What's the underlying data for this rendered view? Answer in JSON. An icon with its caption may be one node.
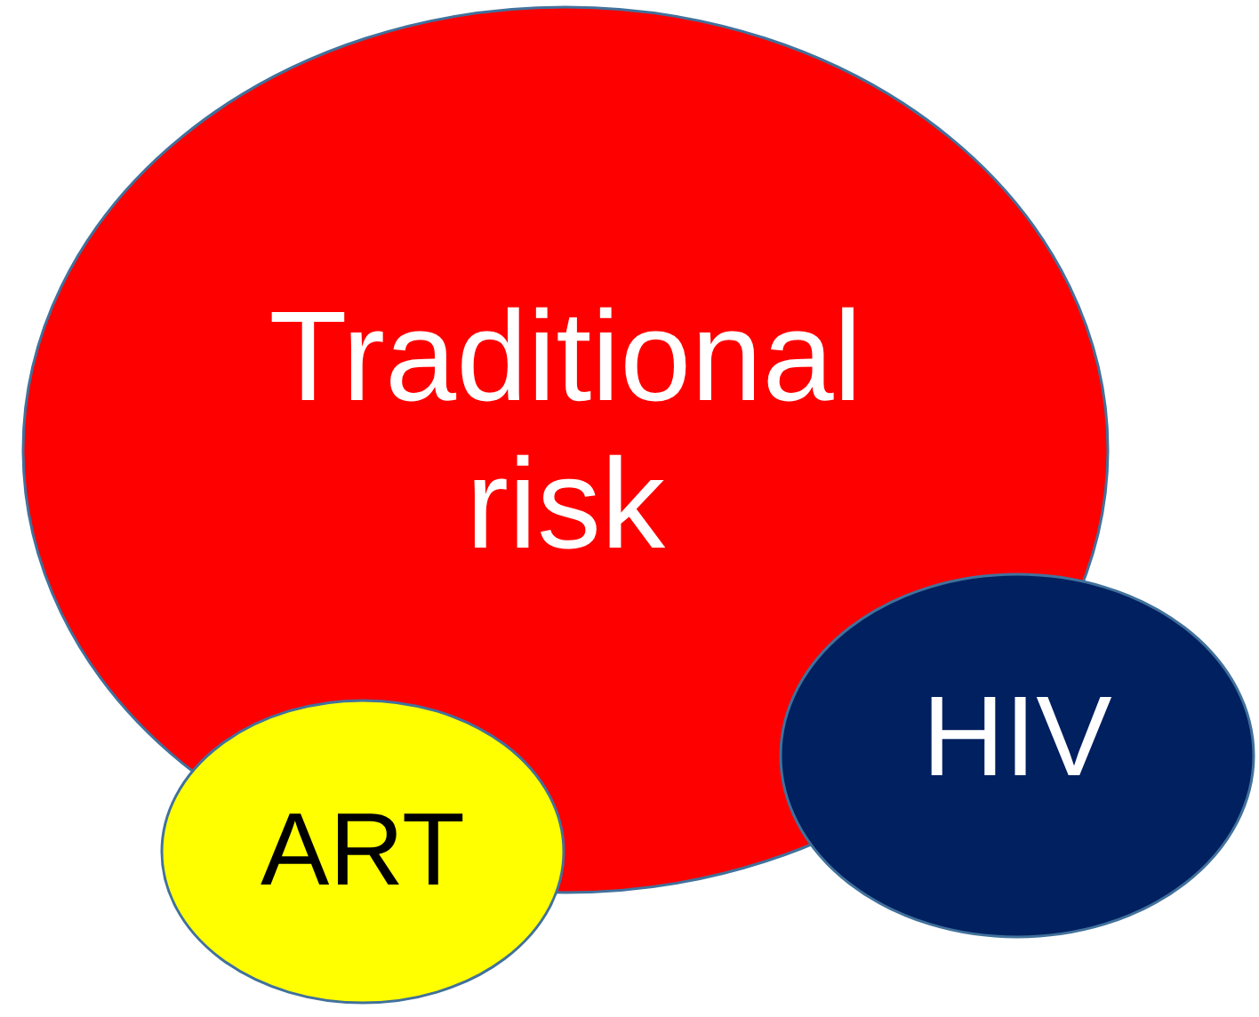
{
  "diagram": {
    "nodes": [
      {
        "text": [
          "Traditional risk"
        ]
      },
      {
        "text": [
          "ART"
        ]
      },
      {
        "text": [
          "HIV"
        ]
      }
    ]
  }
}
